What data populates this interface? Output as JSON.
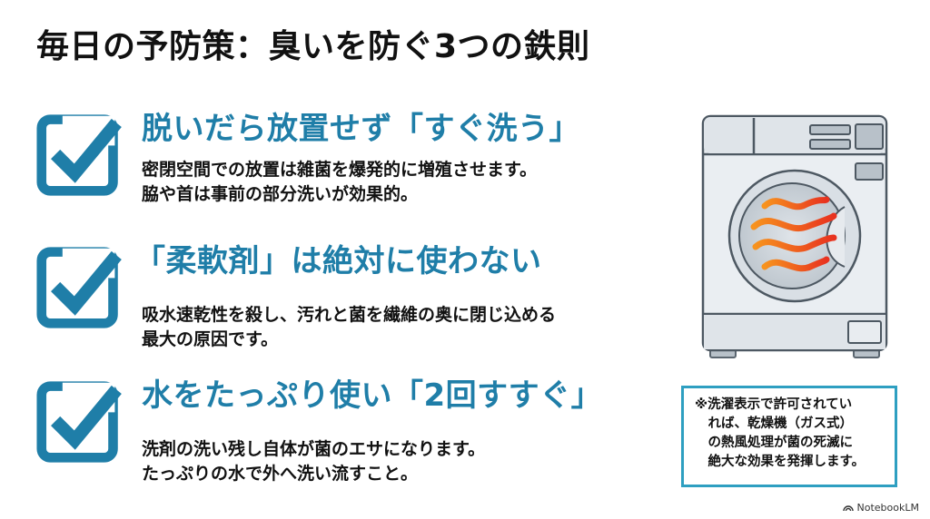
{
  "title": "毎日の予防策：臭いを防ぐ3つの鉄則",
  "colors": {
    "accent": "#1f7ea8",
    "text": "#111111",
    "callout_border": "#2e9fc1",
    "heat_start": "#f7931e",
    "heat_end": "#e8321f"
  },
  "rules": [
    {
      "icon": "checkbox-checked-icon",
      "heading": "脱いだら放置せず「すぐ洗う」",
      "body_lines": [
        "密閉空間での放置は雑菌を爆発的に増殖させます。",
        "脇や首は事前の部分洗いが効果的。"
      ]
    },
    {
      "icon": "checkbox-checked-icon",
      "heading": "「柔軟剤」は絶対に使わない",
      "body_lines": [
        "吸水速乾性を殺し、汚れと菌を繊維の奥に閉じ込める",
        "最大の原因です。"
      ]
    },
    {
      "icon": "checkbox-checked-icon",
      "heading": "水をたっぷり使い「2回すすぐ」",
      "body_lines": [
        "洗剤の洗い残し自体が菌のエサになります。",
        "たっぷりの水で外へ洗い流すこと。"
      ]
    }
  ],
  "illustration": {
    "icon": "washing-machine-heat-icon"
  },
  "callout": {
    "lines": [
      "※洗濯表示で許可されてい",
      "　れば、乾燥機（ガス式）",
      "　の熱風処理が菌の死滅に",
      "　絶大な効果を発揮します。"
    ]
  },
  "watermark": {
    "icon": "notebooklm-logo-icon",
    "label": "NotebookLM"
  }
}
